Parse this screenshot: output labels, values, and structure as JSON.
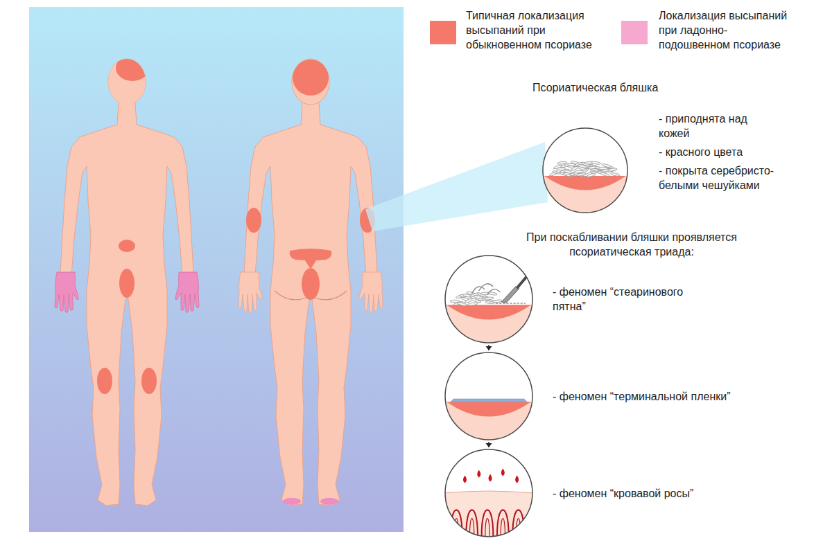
{
  "diagram": {
    "nodes": [
      {
        "text": [
          "Псориатическая бляшка",
          "- приподнята над кожей",
          "- красного цвета",
          "- покрыта серебристо-белыми чешуйками"
        ]
      },
      {
        "text": [
          "- феномен “стеаринового пятна”"
        ]
      },
      {
        "text": [
          "- феномен “терминальной пленки”"
        ]
      },
      {
        "text": [
          "- феномен “кровавой росы”"
        ]
      }
    ],
    "edges": [
      {
        "from": 1,
        "to": 2,
        "arrow": "to"
      },
      {
        "from": 2,
        "to": 3,
        "arrow": "to"
      }
    ],
    "labels": [
      "При поскабливании бляшки проявляется псориатическая триада:"
    ],
    "legend": [
      {
        "text": "Типичная локализация высыпаний при обыкновенном псориазе",
        "color": "#f4796a"
      },
      {
        "text": "Локализация высыпаний при ладонно-подошвенном псориазе",
        "color": "#f7a8cf"
      }
    ]
  }
}
